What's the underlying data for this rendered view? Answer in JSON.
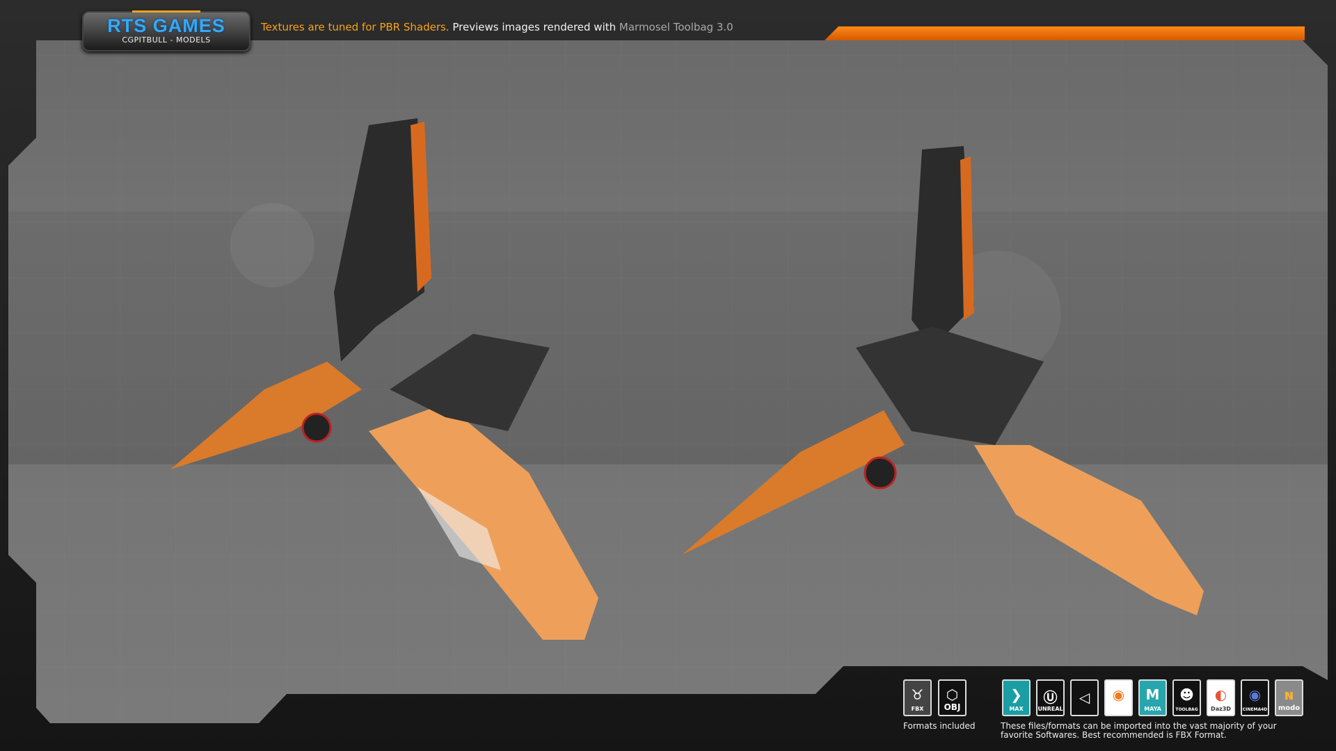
{
  "logo": {
    "title": "RTS GAMES",
    "subtitle": "CGPITBULL - MODELS"
  },
  "header": {
    "tagline_highlight": "Textures are tuned for PBR Shaders.",
    "tagline_mid": " Previews images rendered with ",
    "tagline_tool": "Marmosel Toolbag 3.0"
  },
  "formats": {
    "items": [
      {
        "label": "FBX",
        "icon": "fbx-file-icon"
      },
      {
        "label": "OBJ",
        "icon": "obj-file-icon"
      }
    ],
    "caption": "Formats included"
  },
  "software": {
    "items": [
      {
        "label": "MAX",
        "icon": "3ds-max-icon",
        "color": "#1a9ea3"
      },
      {
        "label": "UNREAL",
        "icon": "unreal-engine-icon",
        "color": "#111111"
      },
      {
        "label": "",
        "icon": "unity-icon",
        "color": "#111111"
      },
      {
        "label": "",
        "icon": "blender-icon",
        "color": "#ffffff"
      },
      {
        "label": "MAYA",
        "icon": "maya-icon",
        "color": "#27a6ae"
      },
      {
        "label": "TOOLBAG",
        "icon": "marmoset-toolbag-icon",
        "color": "#111111"
      },
      {
        "label": "Daz3D",
        "icon": "daz3d-icon",
        "color": "#ffffff"
      },
      {
        "label": "CINEMA4D",
        "icon": "cinema4d-icon",
        "color": "#111111"
      },
      {
        "label": "modo",
        "icon": "modo-icon",
        "color": "#8a8a8a"
      }
    ],
    "note": "These files/formats can be imported into the vast majority of your favorite Softwares. Best recommended is FBX Format."
  },
  "colors": {
    "accent": "#f7a21b",
    "bar": "#ff8a1a",
    "logo": "#37a8f2"
  }
}
